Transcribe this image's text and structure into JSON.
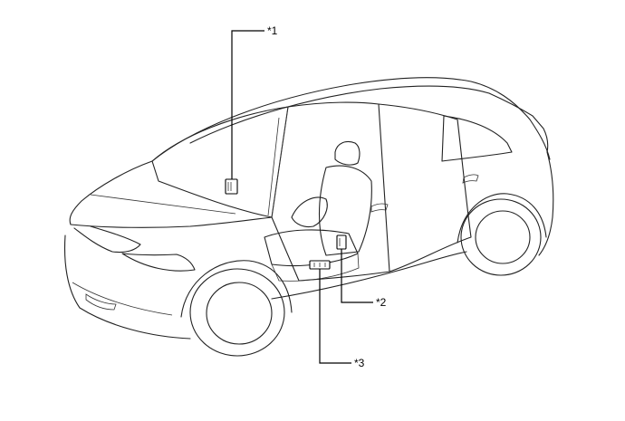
{
  "callouts": [
    {
      "id": "1",
      "label": "*1"
    },
    {
      "id": "2",
      "label": "*2"
    },
    {
      "id": "3",
      "label": "*3"
    }
  ]
}
